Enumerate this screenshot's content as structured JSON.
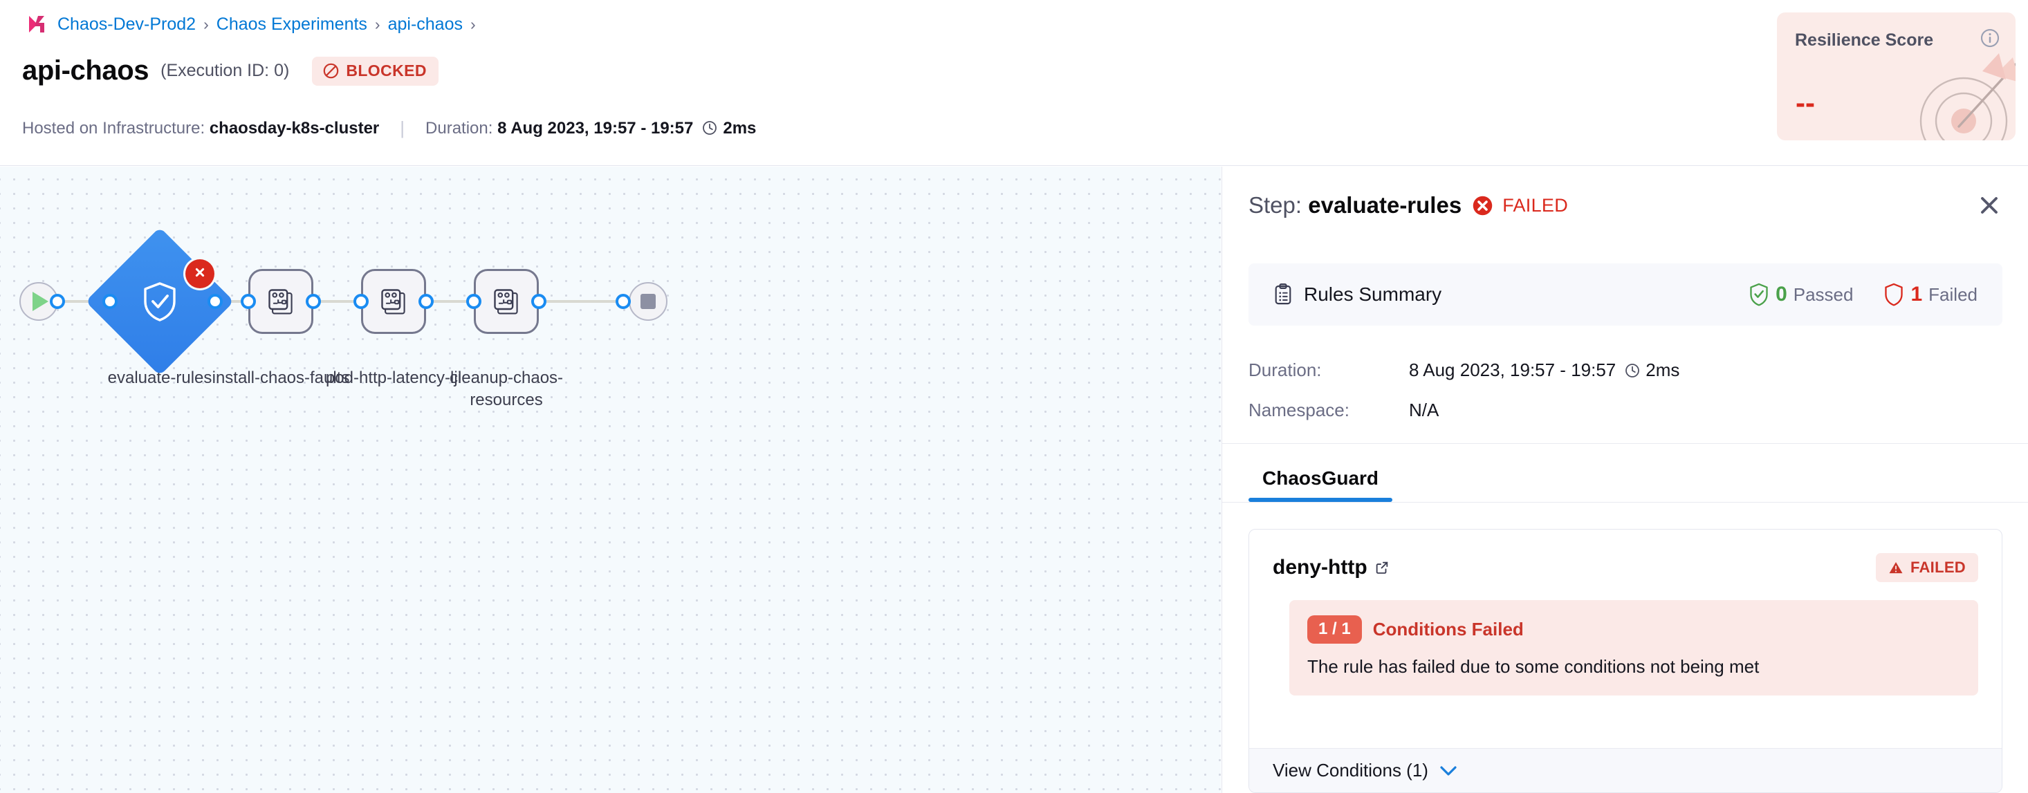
{
  "breadcrumb": {
    "logo_icon": "harness-logo-icon",
    "items": [
      "Chaos-Dev-Prod2",
      "Chaos Experiments",
      "api-chaos"
    ],
    "separator": "›",
    "trailing_separator": "›"
  },
  "header": {
    "title": "api-chaos",
    "execution_id": "(Execution ID: 0)",
    "status_badge": {
      "label": "BLOCKED",
      "icon": "blocked-icon",
      "color": "#c9352a",
      "bg": "#fbe9e7"
    },
    "infra_label": "Hosted on Infrastructure:",
    "infra_value": "chaosday-k8s-cluster",
    "duration_label": "Duration:",
    "duration_range": "8 Aug 2023, 19:57 - 19:57",
    "duration_value": "2ms",
    "clock_icon": "clock-icon"
  },
  "resilience": {
    "title": "Resilience Score",
    "value": "--",
    "info_icon": "info-icon",
    "art_icon": "target-arrow-icon",
    "bg": "#fbebe8",
    "value_color": "#da291d"
  },
  "canvas": {
    "start_icon": "play-icon",
    "end_icon": "stop-icon",
    "nodes": [
      {
        "id": "evaluate-rules",
        "label": "evaluate-rules",
        "shape": "diamond",
        "icon": "shield-check-icon",
        "status": "failed",
        "status_icon": "error-x-icon",
        "color": "#2f7ee8"
      },
      {
        "id": "install-chaos-faults",
        "label": "install-chaos-faults",
        "shape": "box",
        "icon": "chaos-fault-icon",
        "status": "none"
      },
      {
        "id": "pod-http-latency-lji",
        "label": "pod-http-latency-lji",
        "shape": "box",
        "icon": "chaos-fault-icon",
        "status": "none"
      },
      {
        "id": "cleanup-chaos-resources",
        "label": "cleanup-chaos-resources",
        "shape": "box",
        "icon": "chaos-fault-icon",
        "status": "none"
      }
    ]
  },
  "panel": {
    "title_prefix": "Step:",
    "step_name": "evaluate-rules",
    "status": "FAILED",
    "status_icon": "error-x-icon",
    "close_icon": "close-icon",
    "rules_summary": {
      "icon": "clipboard-icon",
      "title": "Rules Summary",
      "passed_count": "0",
      "passed_label": "Passed",
      "passed_icon": "shield-check-icon",
      "failed_count": "1",
      "failed_label": "Failed",
      "failed_icon": "shield-outline-icon"
    },
    "details": [
      {
        "key": "Duration:",
        "value": "8 Aug 2023, 19:57 - 19:57",
        "extra": "2ms",
        "icon": "clock-icon"
      },
      {
        "key": "Namespace:",
        "value": "N/A",
        "extra": "",
        "icon": ""
      }
    ],
    "tabs": [
      {
        "label": "ChaosGuard",
        "active": true
      }
    ],
    "rule": {
      "name": "deny-http",
      "external_link_icon": "external-link-icon",
      "status_badge": {
        "label": "FAILED",
        "icon": "warning-triangle-icon"
      },
      "condition_chip": "1 / 1",
      "condition_label": "Conditions Failed",
      "condition_desc": "The rule has failed due to some conditions not being met",
      "view_conditions_label": "View Conditions (1)",
      "chevron_icon": "chevron-down-icon"
    }
  },
  "colors": {
    "accent_blue": "#1a7fdb",
    "danger": "#da291d",
    "success": "#4aa14a",
    "canvas_bg": "#f5fafd"
  }
}
